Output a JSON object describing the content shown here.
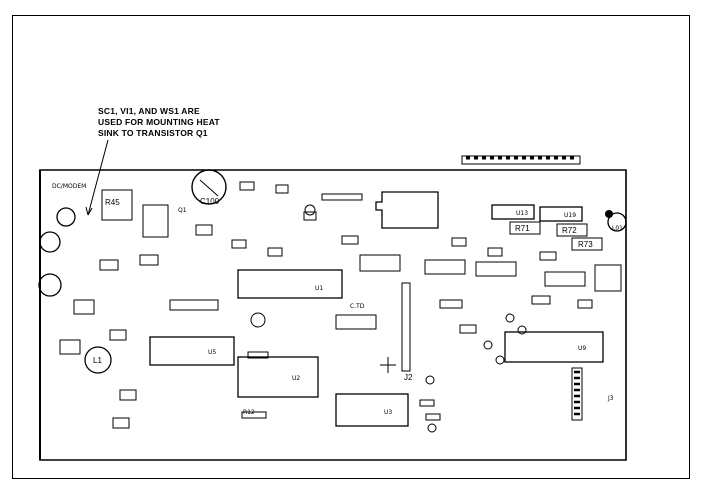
{
  "callout": {
    "line1": "SC1, VI1, AND WS1 ARE",
    "line2": "USED FOR MOUNTING HEAT",
    "line3": "SINK TO TRANSISTOR Q1"
  },
  "board": {
    "labels": {
      "r45": "R45",
      "r71": "R71",
      "r72": "R72",
      "r73": "R73",
      "u13": "U13",
      "u19": "U19",
      "u1": "U1",
      "u5": "U5",
      "u2": "U2",
      "u3": "U3",
      "u9": "U9",
      "j2": "J2",
      "j3": "J3",
      "c100": "C100",
      "l1": "L1",
      "ctd": "C.TD",
      "q1": "Q1",
      "dcmodem": "DC/MODEM",
      "p12": "R12",
      "l01": "L01"
    }
  }
}
